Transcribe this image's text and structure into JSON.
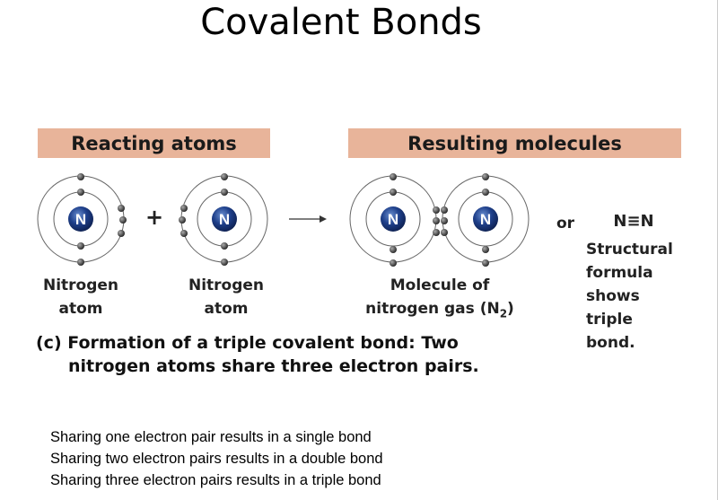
{
  "title": "Covalent Bonds",
  "headers": {
    "reacting": "Reacting atoms",
    "resulting": "Resulting molecules"
  },
  "atom_symbol": "N",
  "plus": "+",
  "or": "or",
  "structural_formula": "N≡N",
  "labels": {
    "atom1": [
      "Nitrogen",
      "atom"
    ],
    "atom2": [
      "Nitrogen",
      "atom"
    ],
    "molecule": [
      "Molecule of",
      "nitrogen gas (N",
      "2",
      ")"
    ],
    "structural": [
      "Structural",
      "formula",
      "shows",
      "triple",
      "bond."
    ]
  },
  "caption": [
    "(c) Formation of a triple covalent bond: Two",
    "nitrogen atoms share three electron pairs."
  ],
  "bullets": [
    "Sharing one electron pair results in a single bond",
    "Sharing two electron pairs results in a double bond",
    "Sharing three electron pairs results in a triple bond"
  ],
  "colors": {
    "header_bg": "#e8b49a",
    "nucleus": "#1e3f8a"
  }
}
